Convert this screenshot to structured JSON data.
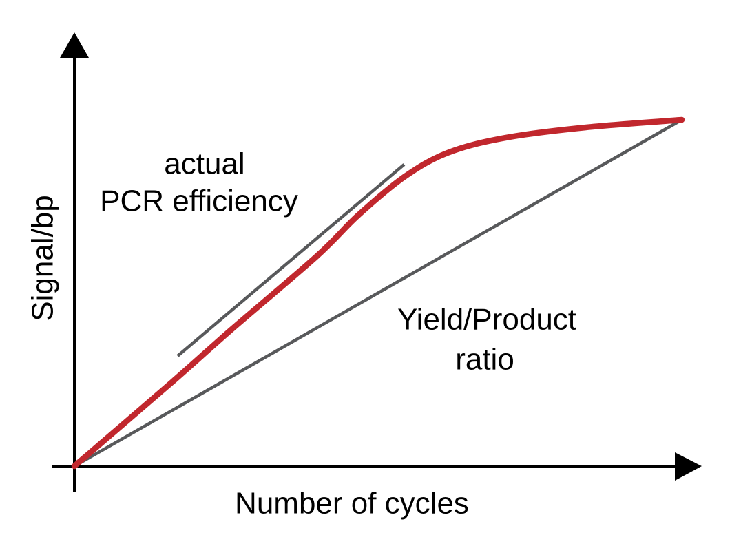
{
  "figure": {
    "background": "#ffffff",
    "x_axis_label": "Number of cycles",
    "y_axis_label": "Signal/bp",
    "annotations": {
      "efficiency_line1": "actual",
      "efficiency_line2": "PCR efficiency",
      "yield_line1": "Yield/Product",
      "yield_line2": "ratio"
    },
    "colors": {
      "curve_red": "#C1272D",
      "line_gray": "#58595B",
      "axis_black": "#000000"
    }
  },
  "chart_data": {
    "type": "line",
    "title": "",
    "xlabel": "Number of cycles",
    "ylabel": "Signal/bp",
    "axes_numeric": false,
    "xlim": [
      0,
      1
    ],
    "ylim": [
      0,
      1
    ],
    "grid": false,
    "legend": "none",
    "series": [
      {
        "name": "actual PCR efficiency",
        "color": "#C1272D",
        "style": "smooth",
        "role": "curve",
        "points": [
          [
            0.0,
            0.0
          ],
          [
            0.161,
            0.243
          ],
          [
            0.257,
            0.392
          ],
          [
            0.399,
            0.606
          ],
          [
            0.467,
            0.724
          ],
          [
            0.543,
            0.835
          ],
          [
            0.615,
            0.905
          ],
          [
            0.709,
            0.948
          ],
          [
            0.841,
            0.978
          ],
          [
            1.0,
            1.0
          ]
        ]
      },
      {
        "name": "Yield/Product ratio",
        "color": "#58595B",
        "style": "straight",
        "role": "guide",
        "points": [
          [
            0.0,
            0.0
          ],
          [
            1.0,
            1.0
          ]
        ]
      },
      {
        "name": "efficiency tangent guide",
        "color": "#58595B",
        "style": "straight",
        "role": "guide",
        "points": [
          [
            0.17,
            0.318
          ],
          [
            0.543,
            0.871
          ]
        ]
      }
    ]
  }
}
